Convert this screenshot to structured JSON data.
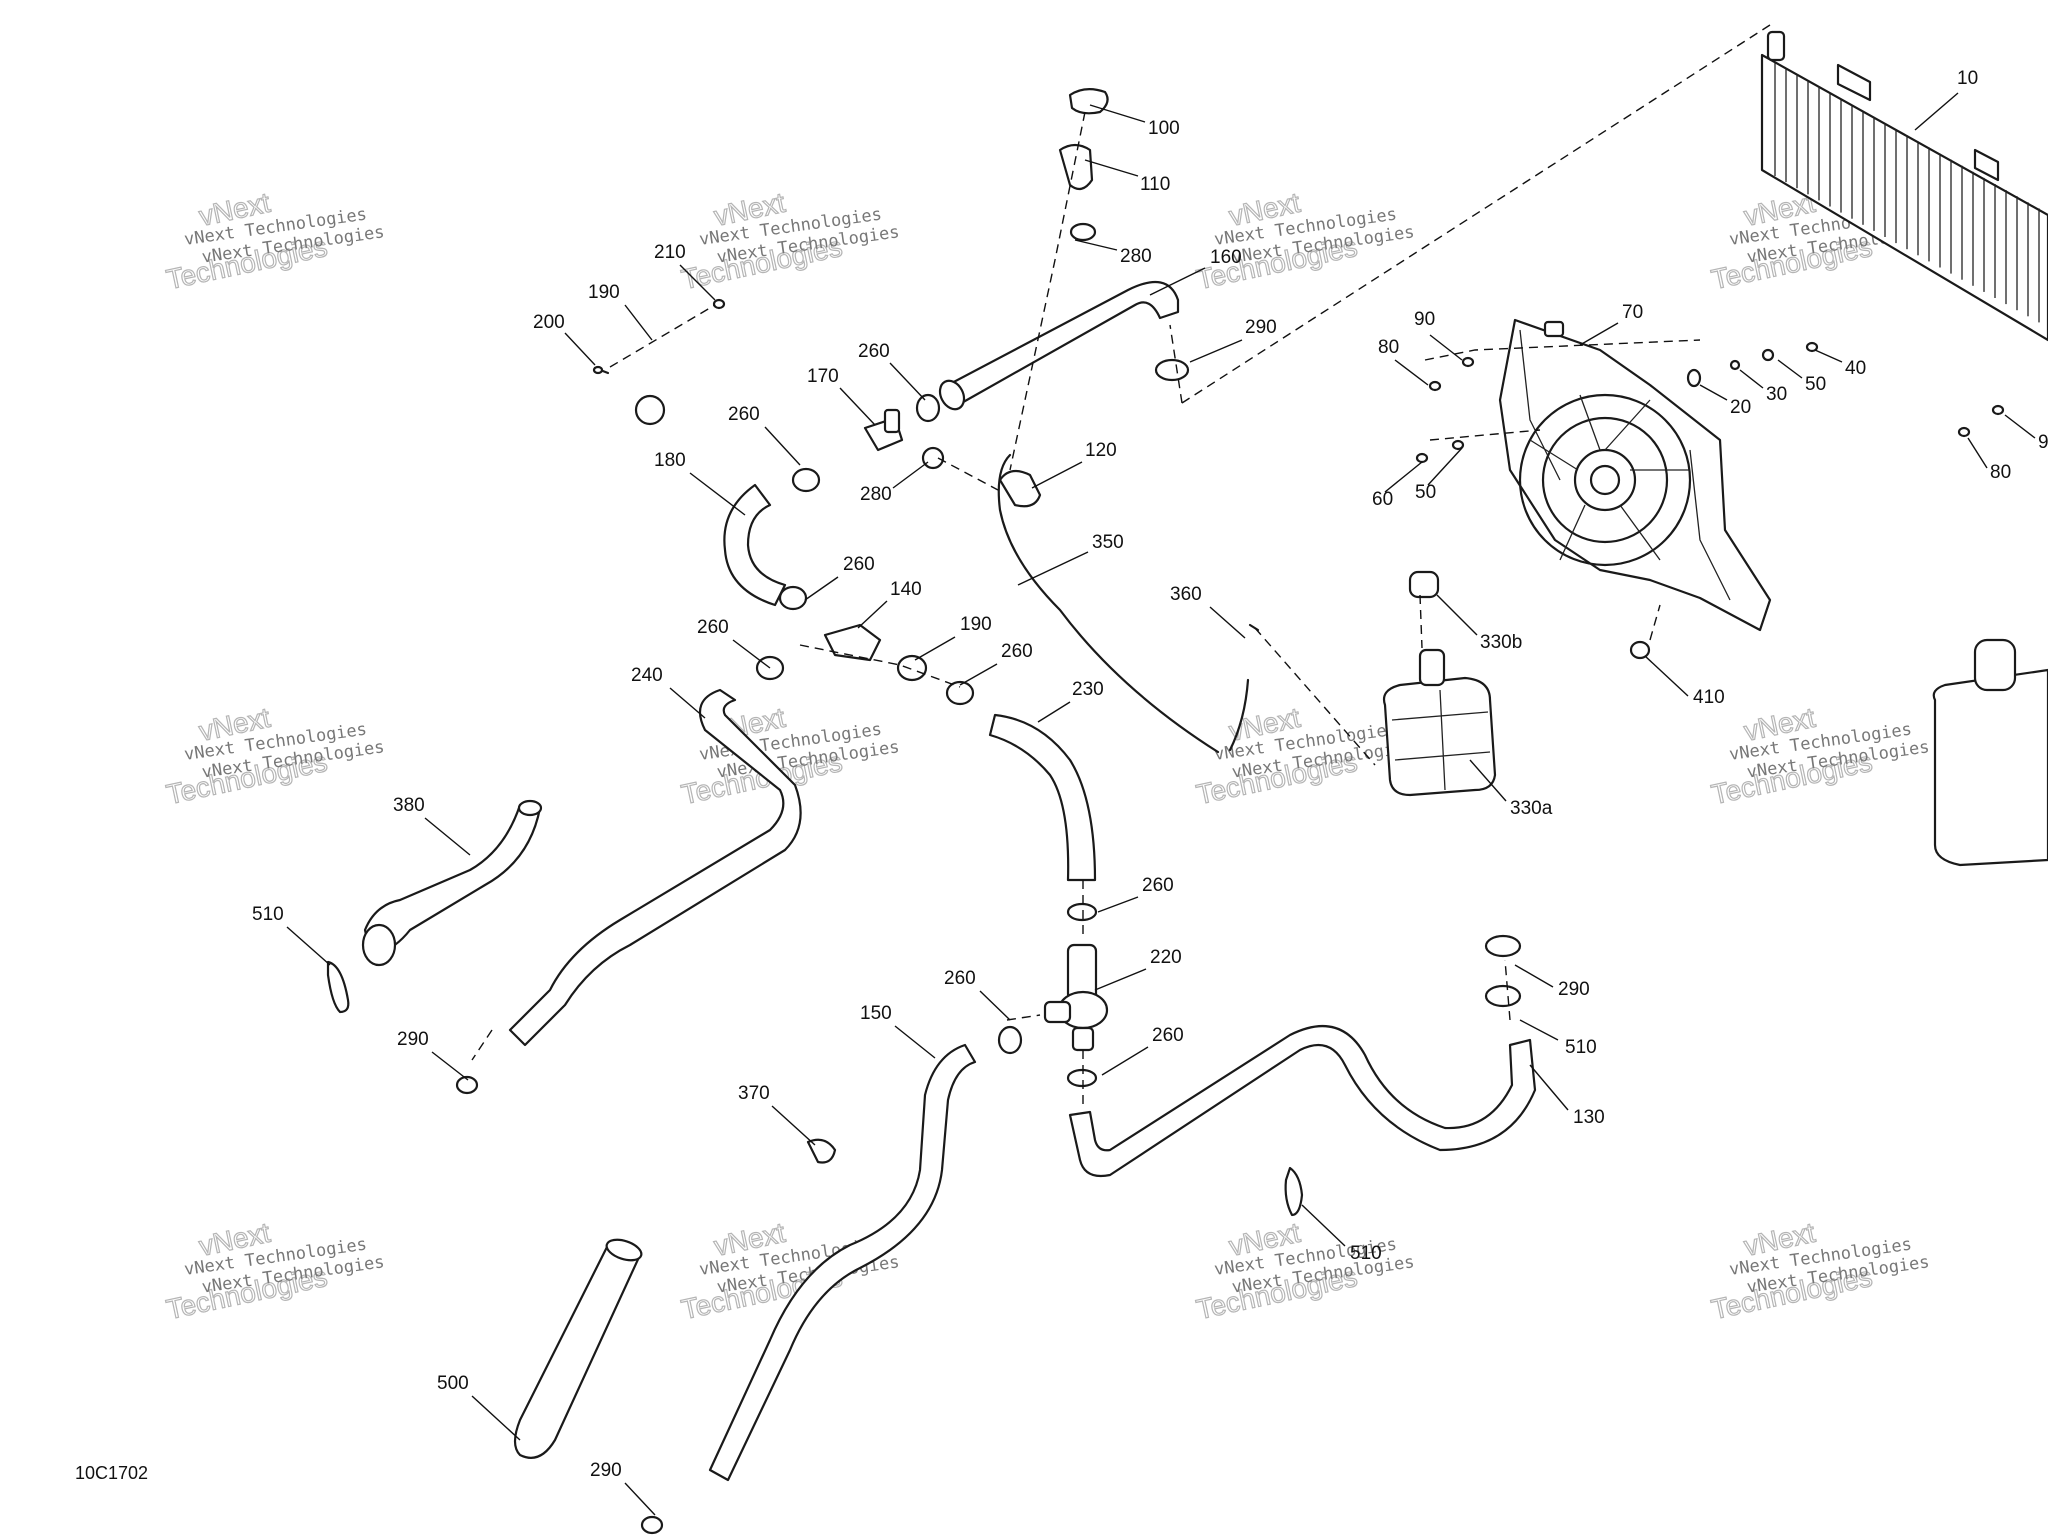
{
  "drawing_id": "10C1702",
  "watermark": {
    "line1": "vNext Technologies",
    "line2": "Technologies",
    "big": "vNext"
  },
  "callouts": [
    {
      "id": "c100",
      "label": "100"
    },
    {
      "id": "c110",
      "label": "110"
    },
    {
      "id": "c280a",
      "label": "280"
    },
    {
      "id": "c160",
      "label": "160"
    },
    {
      "id": "c290a",
      "label": "290"
    },
    {
      "id": "c10",
      "label": "10"
    },
    {
      "id": "c210",
      "label": "210"
    },
    {
      "id": "c190a",
      "label": "190"
    },
    {
      "id": "c200",
      "label": "200"
    },
    {
      "id": "c260a",
      "label": "260"
    },
    {
      "id": "c170",
      "label": "170"
    },
    {
      "id": "c260b",
      "label": "260"
    },
    {
      "id": "c180",
      "label": "180"
    },
    {
      "id": "c280b",
      "label": "280"
    },
    {
      "id": "c120",
      "label": "120"
    },
    {
      "id": "c350",
      "label": "350"
    },
    {
      "id": "c260c",
      "label": "260"
    },
    {
      "id": "c140",
      "label": "140"
    },
    {
      "id": "c260d",
      "label": "260"
    },
    {
      "id": "c190b",
      "label": "190"
    },
    {
      "id": "c260e",
      "label": "260"
    },
    {
      "id": "c240",
      "label": "240"
    },
    {
      "id": "c230",
      "label": "230"
    },
    {
      "id": "c360",
      "label": "360"
    },
    {
      "id": "c90",
      "label": "90"
    },
    {
      "id": "c70",
      "label": "70"
    },
    {
      "id": "c80a",
      "label": "80"
    },
    {
      "id": "c40",
      "label": "40"
    },
    {
      "id": "c20",
      "label": "20"
    },
    {
      "id": "c30",
      "label": "30"
    },
    {
      "id": "c50a",
      "label": "50"
    },
    {
      "id": "c9",
      "label": "9"
    },
    {
      "id": "c60",
      "label": "60"
    },
    {
      "id": "c50b",
      "label": "50"
    },
    {
      "id": "c80b",
      "label": "80"
    },
    {
      "id": "c330b",
      "label": "330b"
    },
    {
      "id": "c410",
      "label": "410"
    },
    {
      "id": "c330a",
      "label": "330a"
    },
    {
      "id": "c380",
      "label": "380"
    },
    {
      "id": "c510a",
      "label": "510"
    },
    {
      "id": "c260f",
      "label": "260"
    },
    {
      "id": "c220",
      "label": "220"
    },
    {
      "id": "c260g",
      "label": "260"
    },
    {
      "id": "c150",
      "label": "150"
    },
    {
      "id": "c260h",
      "label": "260"
    },
    {
      "id": "c290b",
      "label": "290"
    },
    {
      "id": "c290c",
      "label": "290"
    },
    {
      "id": "c510b",
      "label": "510"
    },
    {
      "id": "c130",
      "label": "130"
    },
    {
      "id": "c370",
      "label": "370"
    },
    {
      "id": "c510c",
      "label": "510"
    },
    {
      "id": "c500",
      "label": "500"
    },
    {
      "id": "c290d",
      "label": "290"
    }
  ]
}
